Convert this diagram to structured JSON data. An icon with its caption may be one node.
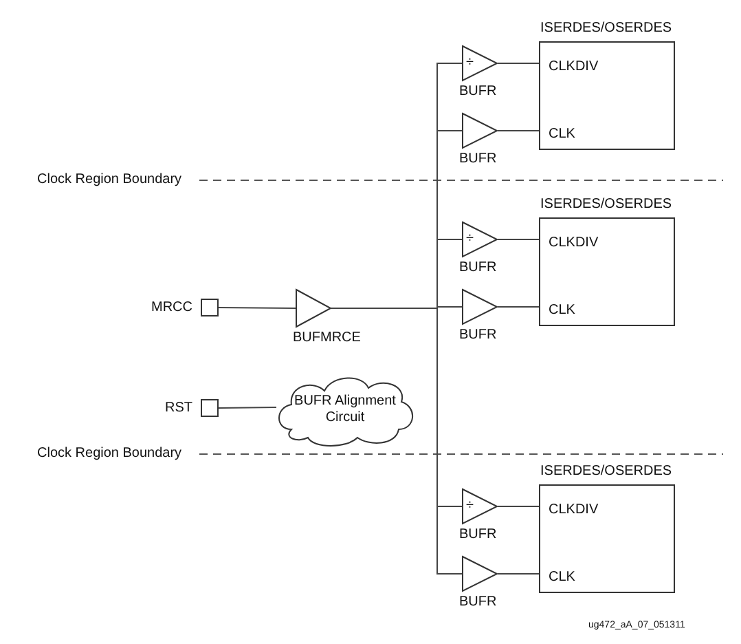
{
  "diagram": {
    "nodes": [
      {
        "text": [],
        "shape": "box",
        "beside": [
          "MRCC"
        ]
      },
      {
        "text": [],
        "shape": "triangle",
        "beside": [
          "BUFMRCE"
        ]
      },
      {
        "text": [],
        "shape": "box",
        "beside": [
          "RST"
        ]
      },
      {
        "text": [
          "BUFR Alignment Circuit"
        ]
      },
      {
        "text": [
          "÷"
        ],
        "beside": [
          "BUFR"
        ]
      },
      {
        "text": [],
        "shape": "triangle",
        "beside": [
          "BUFR"
        ]
      },
      {
        "text": [
          "ISERDES/OSERDES",
          "CLKDIV",
          "CLK"
        ]
      },
      {
        "text": [
          "÷"
        ],
        "beside": [
          "BUFR"
        ]
      },
      {
        "text": [],
        "shape": "triangle",
        "beside": [
          "BUFR"
        ]
      },
      {
        "text": [
          "ISERDES/OSERDES",
          "CLKDIV",
          "CLK"
        ]
      },
      {
        "text": [
          "÷"
        ],
        "beside": [
          "BUFR"
        ]
      },
      {
        "text": [],
        "shape": "triangle",
        "beside": [
          "BUFR"
        ]
      },
      {
        "text": [
          "ISERDES/OSERDES",
          "CLKDIV",
          "CLK"
        ]
      }
    ],
    "edges": [
      {
        "from": 0,
        "to": 1,
        "arrow": "none"
      },
      {
        "from": 1,
        "to": 4,
        "arrow": "none"
      },
      {
        "from": 1,
        "to": 5,
        "arrow": "none"
      },
      {
        "from": 1,
        "to": 7,
        "arrow": "none"
      },
      {
        "from": 1,
        "to": 8,
        "arrow": "none"
      },
      {
        "from": 1,
        "to": 10,
        "arrow": "none"
      },
      {
        "from": 1,
        "to": 11,
        "arrow": "none"
      },
      {
        "from": 4,
        "to": 6,
        "arrow": "none"
      },
      {
        "from": 5,
        "to": 6,
        "arrow": "none"
      },
      {
        "from": 7,
        "to": 9,
        "arrow": "none"
      },
      {
        "from": 8,
        "to": 9,
        "arrow": "none"
      },
      {
        "from": 10,
        "to": 12,
        "arrow": "none"
      },
      {
        "from": 11,
        "to": 12,
        "arrow": "none"
      },
      {
        "from": 2,
        "to": 3,
        "arrow": "none"
      }
    ],
    "labels": [
      "Clock Region Boundary",
      "Clock Region Boundary",
      "ug472_aA_07_051311"
    ]
  }
}
